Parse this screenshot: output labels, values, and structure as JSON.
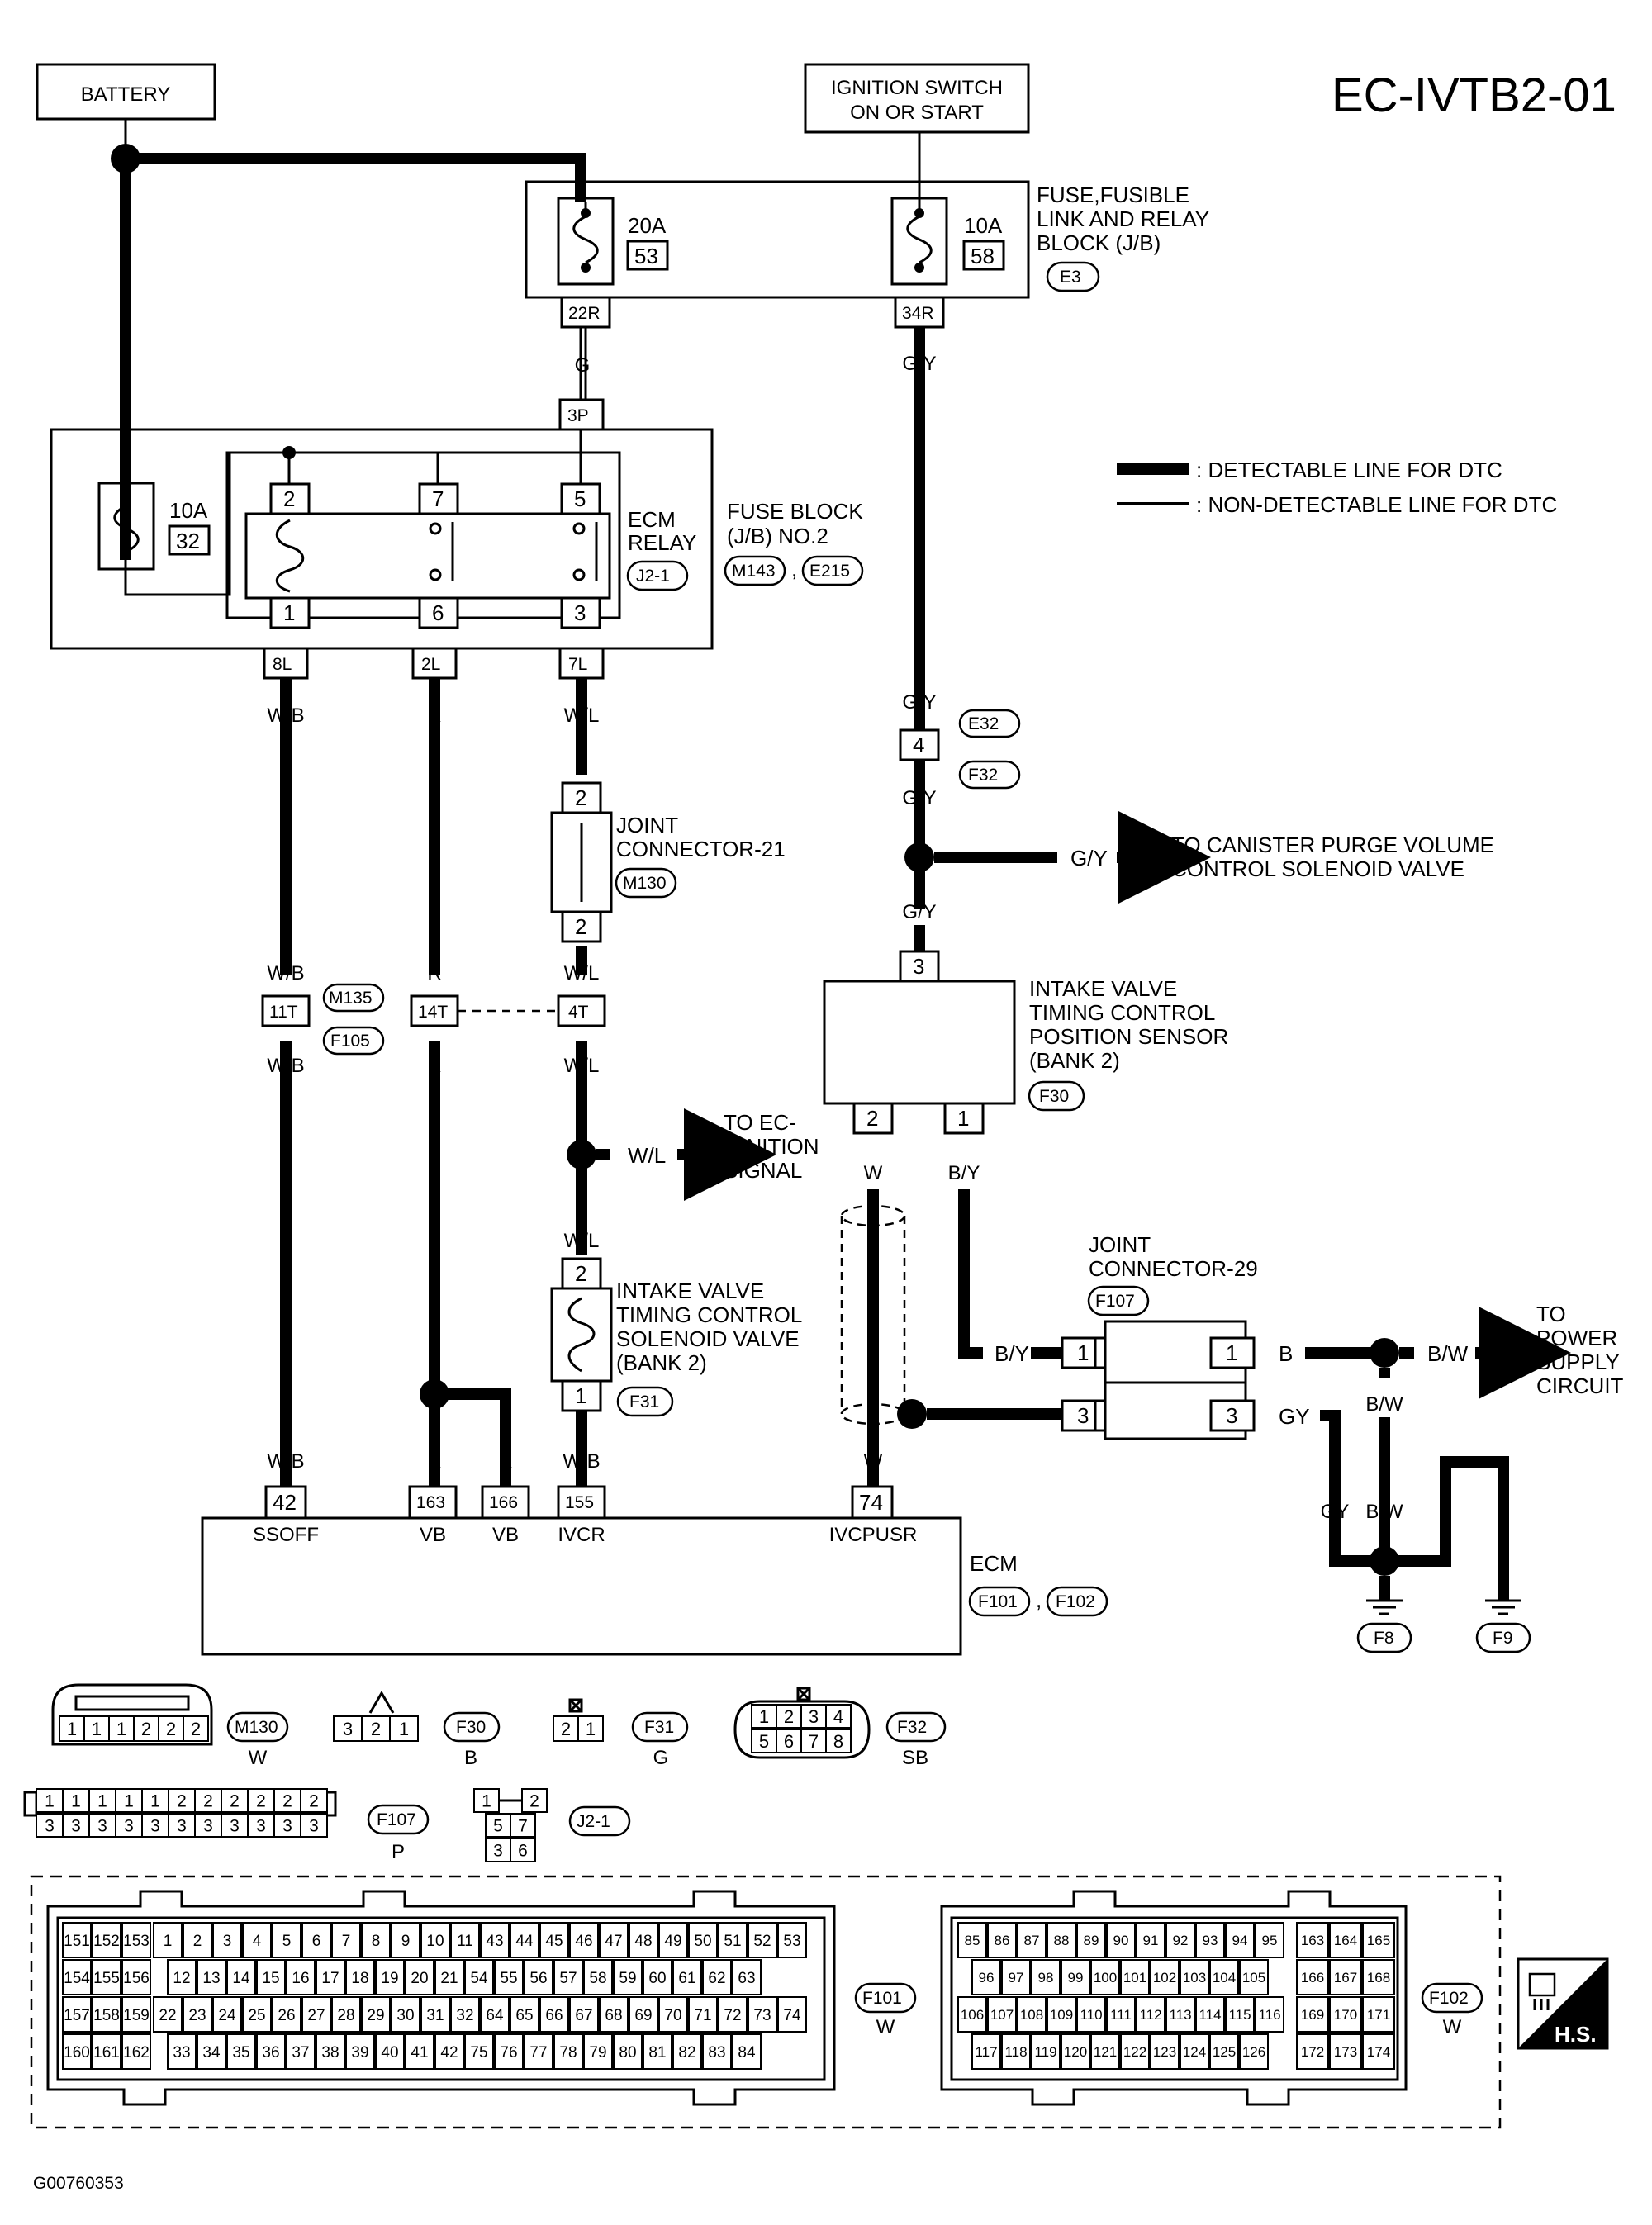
{
  "page_code": "EC-IVTB2-01",
  "figure_id": "G00760353",
  "battery": "BATTERY",
  "ignition": [
    "IGNITION SWITCH",
    "ON OR START"
  ],
  "legend": {
    "detectable": ": DETECTABLE LINE FOR DTC",
    "non_detectable": ": NON-DETECTABLE LINE FOR DTC"
  },
  "fuse_relay_block": {
    "label": [
      "FUSE,FUSIBLE",
      "LINK AND RELAY",
      "BLOCK (J/B)"
    ],
    "code": "E3",
    "fuse_a": {
      "amps": "20A",
      "no": "53",
      "terminal": "22R"
    },
    "fuse_b": {
      "amps": "10A",
      "no": "58",
      "terminal": "34R"
    }
  },
  "fuse_block2": {
    "label": [
      "FUSE BLOCK",
      "(J/B) NO.2"
    ],
    "codes": [
      "M143",
      "E215"
    ],
    "fuse": {
      "amps": "10A",
      "no": "32"
    },
    "in_terminal": "3P",
    "out_terminals": [
      "8L",
      "2L",
      "7L"
    ]
  },
  "ecm_relay": {
    "label": [
      "ECM",
      "RELAY"
    ],
    "code": "J2-1",
    "top_pins": [
      "2",
      "7",
      "5"
    ],
    "bottom_pins": [
      "1",
      "6",
      "3"
    ]
  },
  "wires": {
    "G": "G",
    "GY_slash": "G/Y",
    "WB": "W/B",
    "R": "R",
    "WL": "W/L",
    "W": "W",
    "BY": "B/Y",
    "B": "B",
    "BW": "B/W",
    "GY": "GY"
  },
  "e32f32": {
    "pin": "4",
    "codes": [
      "E32",
      "F32"
    ]
  },
  "canister": [
    "TO CANISTER PURGE VOLUME",
    "CONTROL SOLENOID VALVE"
  ],
  "joint21": {
    "label": [
      "JOINT",
      "CONNECTOR-21"
    ],
    "code": "M130",
    "pins": [
      "2",
      "2"
    ]
  },
  "mid_connector": {
    "pins": [
      "11T",
      "14T",
      "4T"
    ],
    "codes": [
      "M135",
      "F105"
    ]
  },
  "ec_ignition": [
    "TO EC-",
    "IGNITION",
    "SIGNAL"
  ],
  "solenoid": {
    "label": [
      "INTAKE VALVE",
      "TIMING CONTROL",
      "SOLENOID VALVE",
      "(BANK 2)"
    ],
    "code": "F31",
    "pins": [
      "2",
      "1"
    ]
  },
  "position_sensor": {
    "label": [
      "INTAKE VALVE",
      "TIMING CONTROL",
      "POSITION SENSOR",
      "(BANK 2)"
    ],
    "code": "F30",
    "pins": [
      "3",
      "2",
      "1"
    ]
  },
  "joint29": {
    "label": [
      "JOINT",
      "CONNECTOR-29"
    ],
    "code": "F107",
    "pins": [
      "1",
      "1",
      "3",
      "3"
    ]
  },
  "power_supply": [
    "TO",
    "POWER",
    "SUPPLY",
    "CIRCUIT"
  ],
  "ecm": {
    "label": "ECM",
    "codes": [
      "F101",
      "F102"
    ],
    "terminals": [
      {
        "no": "42",
        "name": "SSOFF"
      },
      {
        "no": "163",
        "name": "VB"
      },
      {
        "no": "166",
        "name": "VB"
      },
      {
        "no": "155",
        "name": "IVCR"
      },
      {
        "no": "74",
        "name": "IVCPUSR"
      }
    ]
  },
  "grounds": [
    "F8",
    "F9"
  ],
  "face_views": {
    "m130": {
      "pins": [
        "1",
        "1",
        "1",
        "2",
        "2",
        "2"
      ],
      "code": "M130",
      "color": "W"
    },
    "f30": {
      "pins": [
        "3",
        "2",
        "1"
      ],
      "code": "F30",
      "color": "B"
    },
    "f31": {
      "pins": [
        "2",
        "1"
      ],
      "code": "F31",
      "color": "G"
    },
    "f32": {
      "top": [
        "1",
        "2",
        "3",
        "4"
      ],
      "bottom": [
        "5",
        "6",
        "7",
        "8"
      ],
      "code": "F32",
      "color": "SB"
    },
    "f107": {
      "top": [
        "1",
        "1",
        "1",
        "1",
        "1",
        "2",
        "2",
        "2",
        "2",
        "2",
        "2"
      ],
      "bottom": [
        "3",
        "3",
        "3",
        "3",
        "3",
        "3",
        "3",
        "3",
        "3",
        "3",
        "3"
      ],
      "code": "F107",
      "color": "P"
    },
    "j21": {
      "pins": [
        "1",
        "2",
        "5",
        "7",
        "3",
        "6"
      ],
      "code": "J2-1"
    },
    "f101": {
      "code": "F101",
      "color": "W",
      "rows": [
        [
          "151",
          "152",
          "153",
          "1",
          "2",
          "3",
          "4",
          "5",
          "6",
          "7",
          "8",
          "9",
          "10",
          "11",
          "43",
          "44",
          "45",
          "46",
          "47",
          "48",
          "49",
          "50",
          "51",
          "52",
          "53"
        ],
        [
          "154",
          "155",
          "156",
          "12",
          "13",
          "14",
          "15",
          "16",
          "17",
          "18",
          "19",
          "20",
          "21",
          "54",
          "55",
          "56",
          "57",
          "58",
          "59",
          "60",
          "61",
          "62",
          "63"
        ],
        [
          "157",
          "158",
          "159",
          "22",
          "23",
          "24",
          "25",
          "26",
          "27",
          "28",
          "29",
          "30",
          "31",
          "32",
          "64",
          "65",
          "66",
          "67",
          "68",
          "69",
          "70",
          "71",
          "72",
          "73",
          "74"
        ],
        [
          "160",
          "161",
          "162",
          "33",
          "34",
          "35",
          "36",
          "37",
          "38",
          "39",
          "40",
          "41",
          "42",
          "75",
          "76",
          "77",
          "78",
          "79",
          "80",
          "81",
          "82",
          "83",
          "84"
        ]
      ]
    },
    "f102": {
      "code": "F102",
      "color": "W",
      "rows": [
        [
          "85",
          "86",
          "87",
          "88",
          "89",
          "90",
          "91",
          "92",
          "93",
          "94",
          "95",
          "163",
          "164",
          "165"
        ],
        [
          "96",
          "97",
          "98",
          "99",
          "100",
          "101",
          "102",
          "103",
          "104",
          "105",
          "166",
          "167",
          "168"
        ],
        [
          "106",
          "107",
          "108",
          "109",
          "110",
          "111",
          "112",
          "113",
          "114",
          "115",
          "116",
          "169",
          "170",
          "171"
        ],
        [
          "117",
          "118",
          "119",
          "120",
          "121",
          "122",
          "123",
          "124",
          "125",
          "126",
          "172",
          "173",
          "174"
        ]
      ]
    }
  },
  "hs_badge": "H.S."
}
